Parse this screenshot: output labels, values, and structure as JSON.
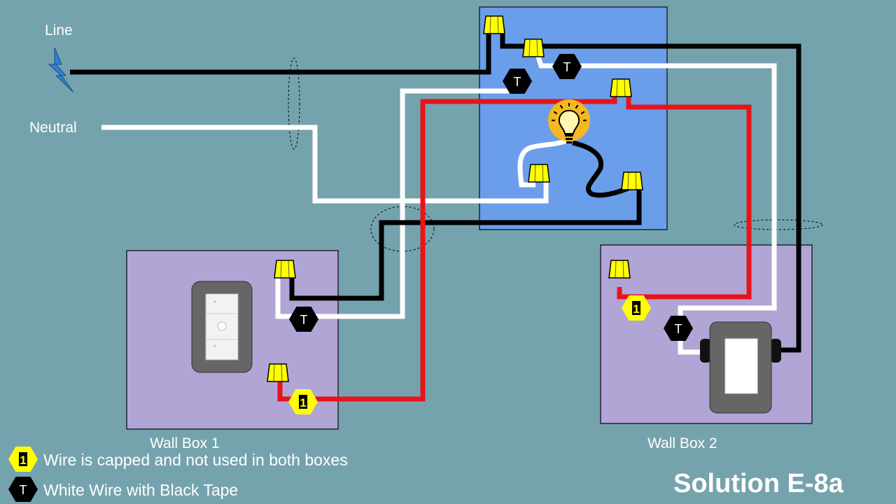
{
  "labels": {
    "line": "Line",
    "neutral": "Neutral",
    "wall_box_1": "Wall Box 1",
    "wall_box_2": "Wall Box 2",
    "solution": "Solution E-8a"
  },
  "legend": [
    {
      "symbol": "1",
      "text": "Wire is capped and not used in both boxes"
    },
    {
      "symbol": "T",
      "text": "White Wire with Black Tape"
    }
  ],
  "markers": {
    "taped": "T",
    "capped": "1"
  },
  "colors": {
    "background": "#75a3ad",
    "light_box": "#6a9eea",
    "wall_box": "#b1a5d6",
    "hot_wire": "#000000",
    "neutral_wire": "#ffffff",
    "traveler_wire": "#e8141b",
    "wire_nut": "#ffff00",
    "bulb": "#f5b820",
    "lightning": "#2f7fd0"
  },
  "icons": [
    "lightning-icon",
    "light-bulb-icon",
    "dimmer-icon",
    "switch-icon"
  ]
}
